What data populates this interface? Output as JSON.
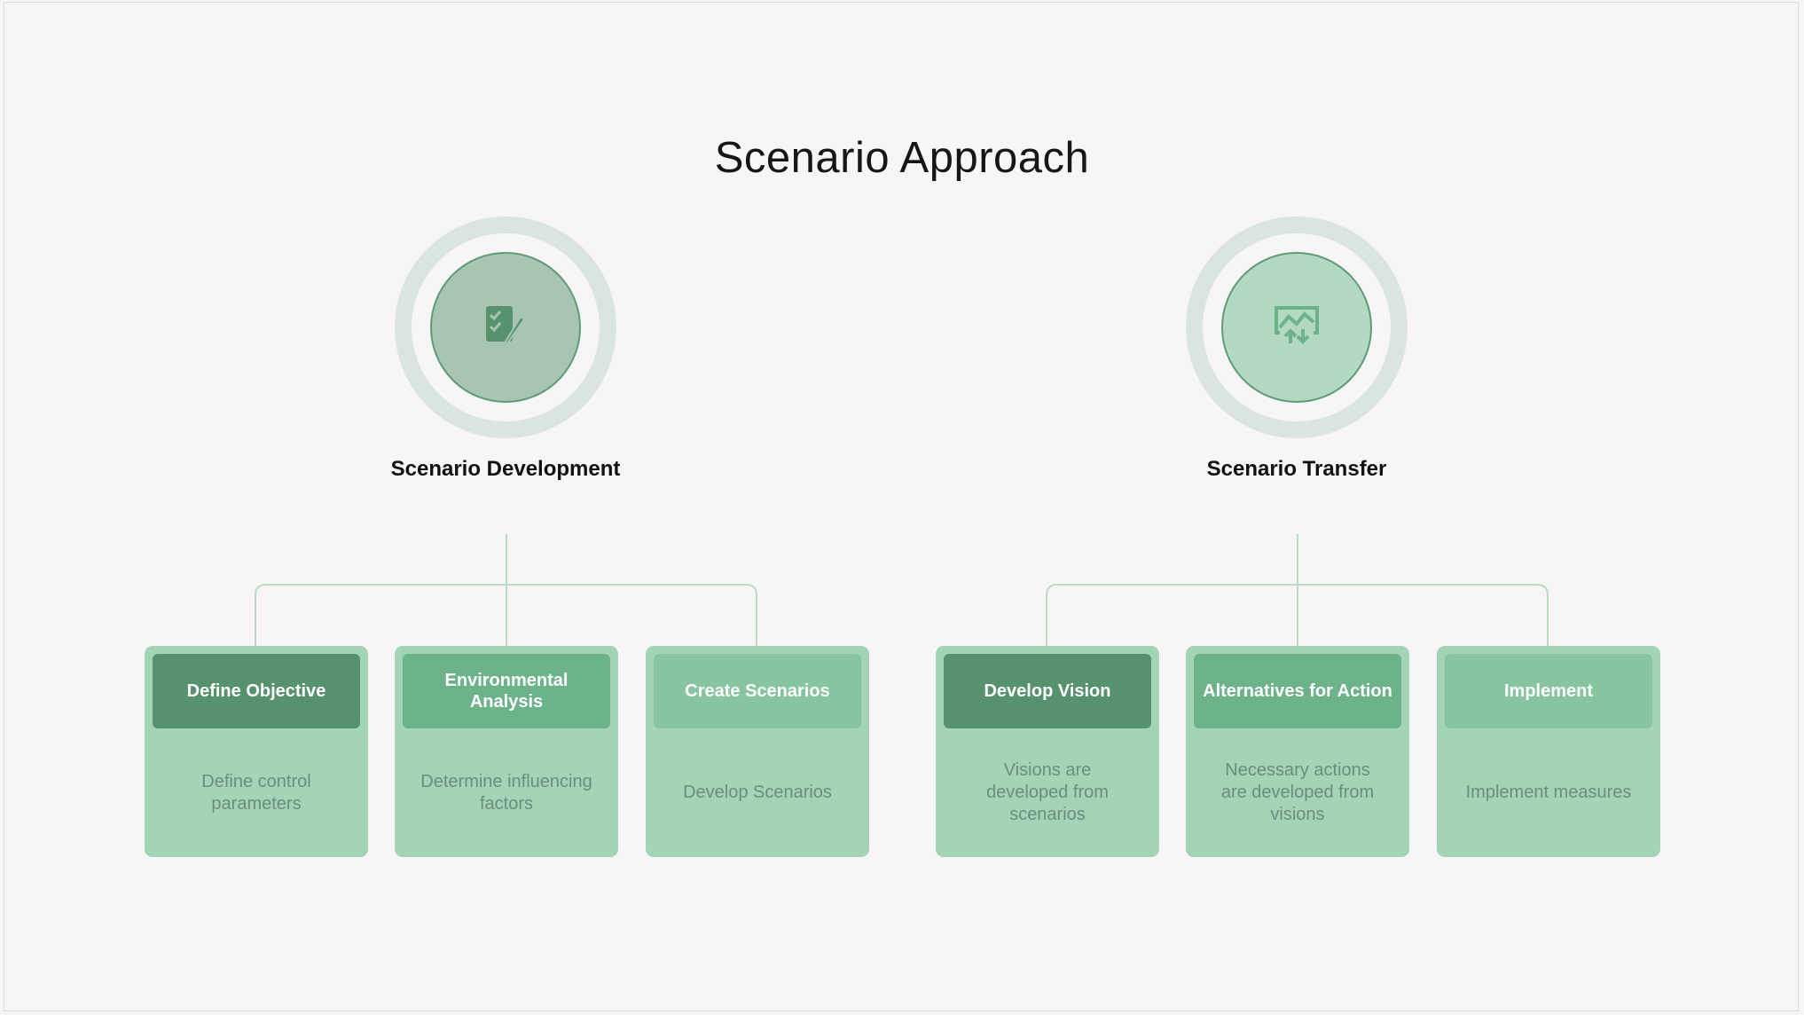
{
  "title": "Scenario Approach",
  "colors": {
    "background": "#f7f5f5",
    "card": "#a4d4b6",
    "header_dark": "#57926f",
    "header_medium": "#6db38a",
    "header_light": "#86c59f",
    "connector": "#b8dcc6"
  },
  "hubs": [
    {
      "label": "Scenario Development",
      "icon": "checklist-pen-icon"
    },
    {
      "label": "Scenario Transfer",
      "icon": "chart-transfer-icon"
    }
  ],
  "steps": [
    {
      "title": "Define Objective",
      "description": "Define control parameters"
    },
    {
      "title": "Environmental Analysis",
      "description": "Determine influencing factors"
    },
    {
      "title": "Create Scenarios",
      "description": "Develop Scenarios"
    },
    {
      "title": "Develop Vision",
      "description": "Visions are developed from scenarios"
    },
    {
      "title": "Alternatives for Action",
      "description": "Necessary actions are developed from visions"
    },
    {
      "title": "Implement",
      "description": "Implement measures"
    }
  ]
}
